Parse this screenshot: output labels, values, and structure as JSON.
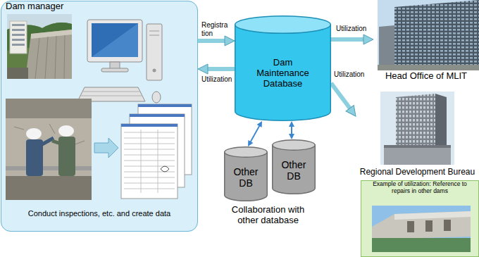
{
  "diagram": {
    "nodes": [
      {
        "text": [
          "Dam manager",
          "Conduct inspections, etc. and create data"
        ]
      },
      {
        "text": [
          "Dam Maintenance Database"
        ]
      },
      {
        "text": [
          "Other DB"
        ]
      },
      {
        "text": [
          "Other DB"
        ]
      },
      {
        "text": [
          "Head Office of MLIT"
        ]
      },
      {
        "text": [
          "Regional Development Bureau"
        ]
      },
      {
        "text": [
          "Example of utilization: Reference to repairs in other dams"
        ]
      }
    ],
    "edges": [
      {
        "from": 0,
        "to": 1,
        "label": "Registration",
        "arrow": "to"
      },
      {
        "from": 1,
        "to": 0,
        "label": "Utilization",
        "arrow": "to"
      },
      {
        "from": 1,
        "to": 2,
        "arrow": "both"
      },
      {
        "from": 1,
        "to": 3,
        "arrow": "both"
      },
      {
        "from": 1,
        "to": 4,
        "label": "Utilization",
        "arrow": "to"
      },
      {
        "from": 1,
        "to": 5,
        "label": "Utilization",
        "arrow": "to"
      }
    ],
    "labels": [
      "Collaboration with other database"
    ]
  }
}
